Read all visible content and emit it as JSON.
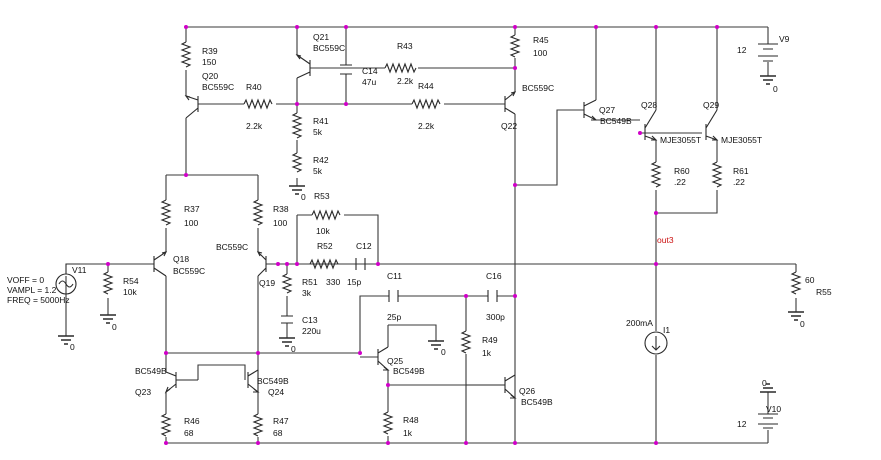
{
  "colors": {
    "wire": "#3a3a3a",
    "component": "#2a2a2a",
    "junction": "#d000c8",
    "text": "#111111",
    "net_label": "#cc1111",
    "background": "#ffffff"
  },
  "parts": {
    "r39": [
      "R39",
      "150"
    ],
    "q20": [
      "Q20",
      "BC559C"
    ],
    "q21": [
      "Q21",
      "BC559C"
    ],
    "r40": [
      "R40",
      "2.2k"
    ],
    "r41": [
      "R41",
      "5k"
    ],
    "r42": [
      "R42",
      "5k"
    ],
    "c14": [
      "C14",
      "47u"
    ],
    "r43": [
      "R43",
      "2.2k"
    ],
    "r44": [
      "R44",
      "2.2k"
    ],
    "r45": [
      "R45",
      "100"
    ],
    "q22": [
      "Q22",
      "BC559C"
    ],
    "q27": [
      "Q27",
      "BC549B"
    ],
    "q28": [
      "Q28",
      "MJE3055T"
    ],
    "q29": [
      "Q29",
      "MJE3055T"
    ],
    "r60": [
      "R60",
      ".22"
    ],
    "r61": [
      "R61",
      ".22"
    ],
    "v9": [
      "V9",
      "12"
    ],
    "r37": [
      "R37",
      "100"
    ],
    "r38": [
      "R38",
      "100"
    ],
    "r53": [
      "R53",
      "10k"
    ],
    "r52": [
      "R52",
      "330"
    ],
    "c12": [
      "C12",
      "15p"
    ],
    "q18": [
      "Q18",
      "BC559C"
    ],
    "q19": [
      "Q19",
      "BC559C"
    ],
    "r54": [
      "R54",
      "10k"
    ],
    "r51": [
      "R51",
      "3k"
    ],
    "c13": [
      "C13",
      "220u"
    ],
    "c11": [
      "C11",
      "25p"
    ],
    "c16": [
      "C16",
      "300p"
    ],
    "r49": [
      "R49",
      "1k"
    ],
    "q25": [
      "Q25",
      "BC549B"
    ],
    "q26": [
      "Q26",
      "BC549B"
    ],
    "q23": [
      "Q23",
      "BC549B"
    ],
    "q24": [
      "Q24",
      "BC549B"
    ],
    "r46": [
      "R46",
      "68"
    ],
    "r47": [
      "R47",
      "68"
    ],
    "r48": [
      "R48",
      "1k"
    ],
    "r55": [
      "R55",
      "60"
    ],
    "i1": [
      "I1",
      "200mA"
    ],
    "v10": [
      "V10",
      "12"
    ],
    "v11": [
      "V11"
    ]
  },
  "source_params": {
    "voff": "VOFF = 0",
    "vampl": "VAMPL = 1.2",
    "freq": "FREQ = 5000Hz"
  },
  "net_labels": {
    "out3": "out3"
  },
  "ground_labels": {
    "zero": "0"
  }
}
